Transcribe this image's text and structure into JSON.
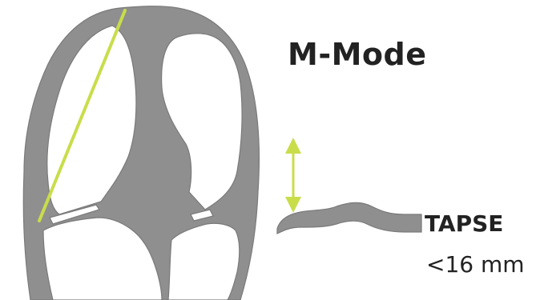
{
  "title": "M-Mode",
  "measurement": {
    "name": "TAPSE",
    "threshold": "<16 mm"
  },
  "colors": {
    "wall": "#8f8f8f",
    "m_mode_line": "#c9dd4a",
    "text": "#222222"
  },
  "icons": [
    "heart-four-chamber-icon",
    "double-arrow-icon",
    "tapse-trace-icon"
  ]
}
